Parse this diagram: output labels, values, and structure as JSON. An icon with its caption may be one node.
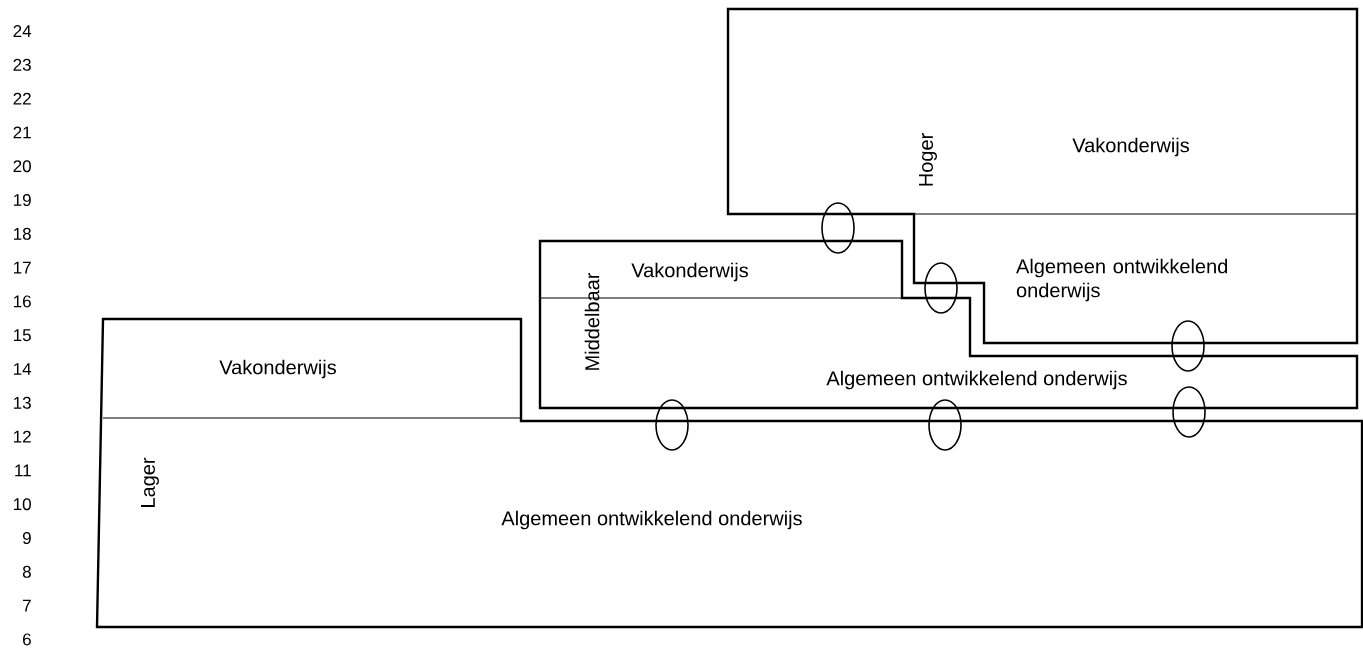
{
  "diagram": {
    "nodes": [
      {
        "text": [
          "Hoger"
        ]
      },
      {
        "text": [
          "Vakonderwijs"
        ],
        "in": 0
      },
      {
        "text": [
          "Algemeen ontwikkelend onderwijs"
        ],
        "in": 0
      },
      {
        "text": [
          "Middelbaar"
        ]
      },
      {
        "text": [
          "Vakonderwijs"
        ],
        "in": 3
      },
      {
        "text": [
          "Algemeen ontwikkelend onderwijs"
        ],
        "in": 3
      },
      {
        "text": [
          "Lager"
        ]
      },
      {
        "text": [
          "Vakonderwijs"
        ],
        "in": 6
      },
      {
        "text": [
          "Algemeen ontwikkelend onderwijs"
        ],
        "in": 6
      }
    ],
    "labels": [
      "24",
      "23",
      "22",
      "21",
      "20",
      "19",
      "18",
      "17",
      "16",
      "15",
      "14",
      "13",
      "12",
      "11",
      "10",
      "9",
      "8",
      "7",
      "6"
    ]
  }
}
